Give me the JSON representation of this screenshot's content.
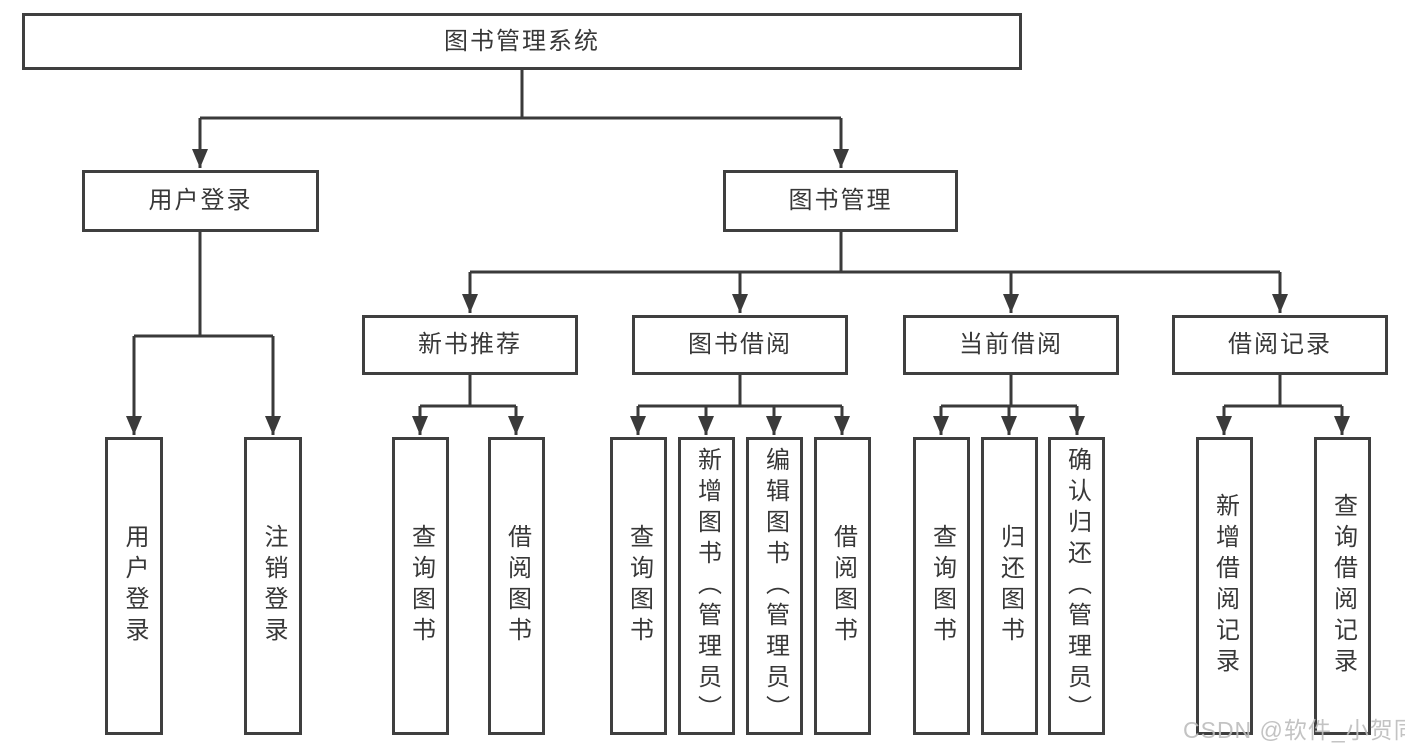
{
  "root": {
    "label": "图书管理系统"
  },
  "level2": [
    {
      "label": "用户登录"
    },
    {
      "label": "图书管理"
    }
  ],
  "level3": [
    {
      "label": "新书推荐"
    },
    {
      "label": "图书借阅"
    },
    {
      "label": "当前借阅"
    },
    {
      "label": "借阅记录"
    }
  ],
  "leaves": {
    "userLogin": [
      "用户登录",
      "注销登录"
    ],
    "newBookRecommend": [
      "查询图书",
      "借阅图书"
    ],
    "bookBorrow": [
      "查询图书",
      "新增图书（管理员）",
      "编辑图书（管理员）",
      "借阅图书"
    ],
    "currentBorrow": [
      "查询图书",
      "归还图书",
      "确认归还（管理员）"
    ],
    "borrowRecords": [
      "新增借阅记录",
      "查询借阅记录"
    ]
  },
  "watermark": "CSDN @软件_小贺同学",
  "colors": {
    "line": "#3a3a3a",
    "box_border": "#3f3f3f",
    "text": "#383838",
    "box_bg": "#ffffff",
    "background": "#ffffff",
    "watermark": "#bdbdbd"
  }
}
